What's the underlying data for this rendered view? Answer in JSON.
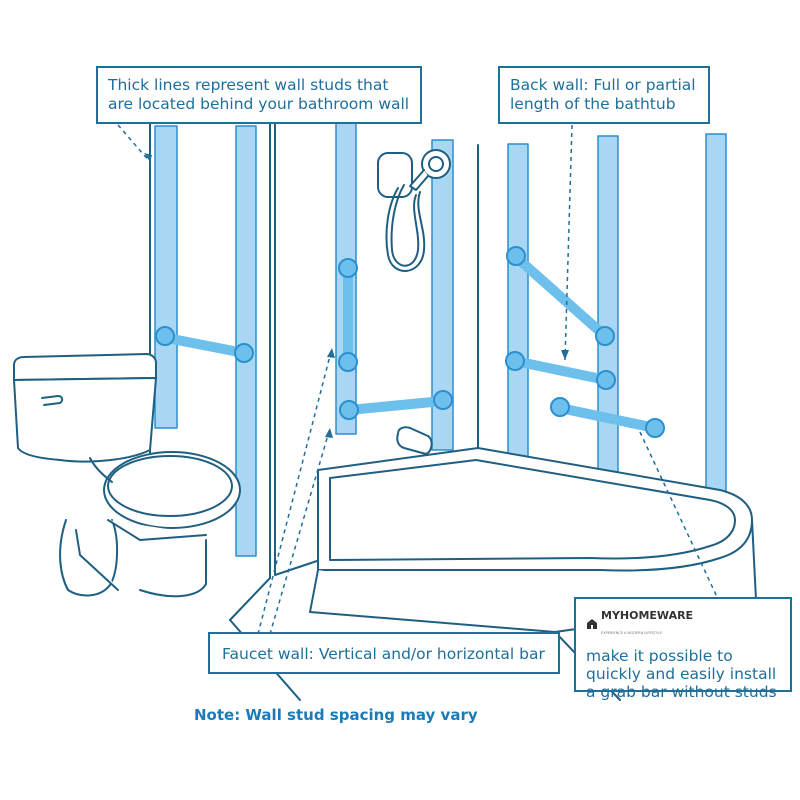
{
  "callouts": {
    "studs": {
      "line1": "Thick lines represent wall studs that",
      "line2": "are located behind your bathroom wall"
    },
    "back_wall": {
      "line1": "Back wall: Full or partial",
      "line2": "length of the bathtub"
    },
    "faucet_wall": {
      "text": "Faucet wall: Vertical and/or horizontal bar"
    },
    "brand": {
      "logo_text": "MYHOMEWARE",
      "tagline": "EXPERIENCE A MODERN LIFESTYLE",
      "line1": "make it possible to",
      "line2": "quickly and easily install",
      "line3": "a grab bar without studs"
    }
  },
  "note": "Note: Wall stud spacing may vary",
  "colors": {
    "stud_fill": "#a9d6f2",
    "stud_stroke": "#2b8fd0",
    "bar_fill": "#6ec0ec",
    "line_art": "#1f5f82",
    "text_blue": "#1f6f9a",
    "note_blue": "#1b7bb8"
  },
  "icons": [
    "showerhead-icon",
    "toilet-icon",
    "bathtub-icon",
    "faucet-icon",
    "grab-bar-icon",
    "brand-logo-icon"
  ]
}
